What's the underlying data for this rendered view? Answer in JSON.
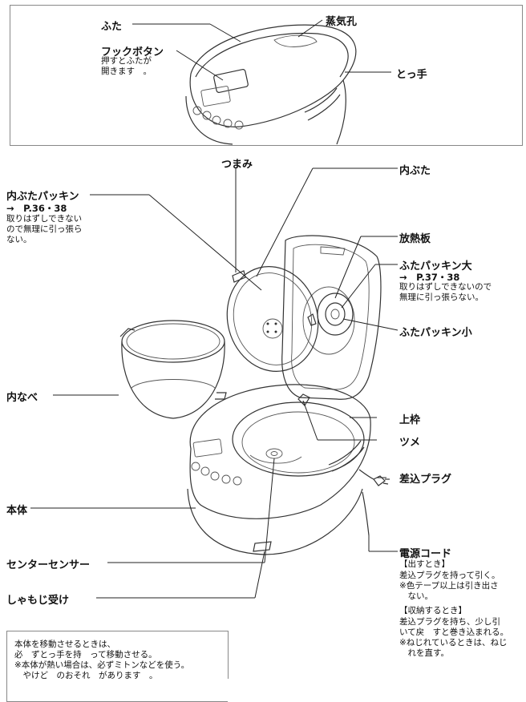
{
  "top": {
    "lid": "ふた",
    "steam_vent": "蒸気孔",
    "hook_button": "フックボタン",
    "hook_button_note": [
      "押すとふたが",
      "開きます　。"
    ],
    "handle": "とっ手"
  },
  "main": {
    "knob": "つまみ",
    "inner_lid": "内ぶた",
    "inner_lid_packing": "内ぶたパッキン",
    "inner_lid_packing_ref": "→　P.36・38",
    "inner_lid_packing_note": [
      "取りはずしできない",
      "ので無理に引っ張ら",
      "ない。"
    ],
    "heat_plate": "放熱板",
    "lid_packing_large": "ふたパッキン大",
    "lid_packing_large_ref": "→　P.37・38",
    "lid_packing_large_note": [
      "取りはずしできないので",
      "無理に引っ張らない。"
    ],
    "lid_packing_small": "ふたパッキン小",
    "inner_pot": "内なべ",
    "upper_frame": "上枠",
    "claw": "ツメ",
    "plug": "差込プラグ",
    "body": "本体",
    "center_sensor": "センターセンサー",
    "cord": "電源コード",
    "cord_out_title": "【出すとき】",
    "cord_out_note": [
      "差込プラグを持って引く。",
      "※色テープ以上は引き出さ",
      "　ない。"
    ],
    "cord_in_title": "【収納するとき】",
    "cord_in_note": [
      "差込プラグを持ち、少し引",
      "いて戻　すと巻き込まれる。",
      "※ねじれているときは、ねじ",
      "　れを直す。"
    ],
    "paddle_holder": "しゃもじ受け"
  },
  "bottom_note": [
    "本体を移動させるときは、",
    "必　ずとっ手を持　って移動させる。",
    "※本体が熱い場合は、必ずミトンなどを使う。",
    "　やけど　のおそれ　があります　。"
  ]
}
